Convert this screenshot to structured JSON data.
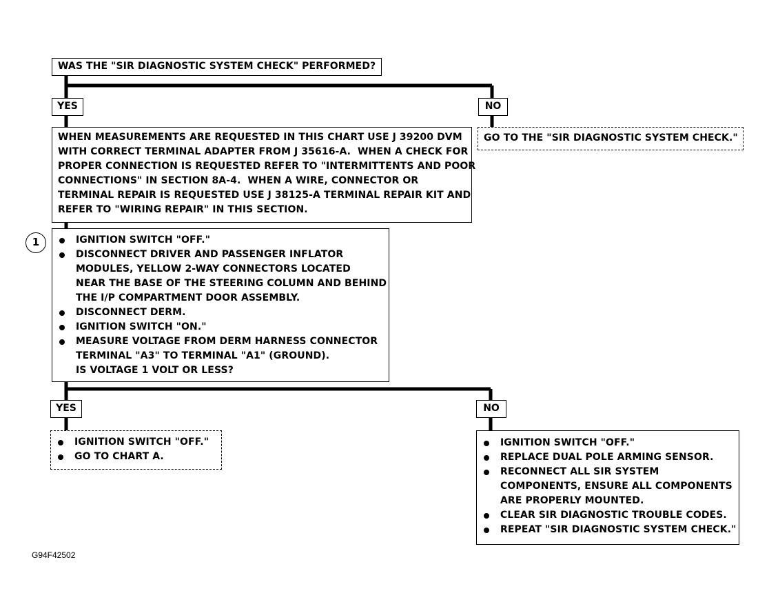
{
  "question1": "WAS THE \"SIR DIAGNOSTIC SYSTEM CHECK\" PERFORMED?",
  "yes1": "YES",
  "no1": "NO",
  "no1_action": "GO TO THE \"SIR DIAGNOSTIC SYSTEM CHECK.\"",
  "instructions": "WHEN MEASUREMENTS ARE REQUESTED IN THIS CHART USE J 39200 DVM\nWITH CORRECT TERMINAL ADAPTER FROM J 35616-A.  WHEN A CHECK FOR\nPROPER CONNECTION IS REQUESTED REFER TO \"INTERMITTENTS AND POOR\nCONNECTIONS\" IN SECTION 8A-4.  WHEN A WIRE, CONNECTOR OR\nTERMINAL REPAIR IS REQUESTED USE J 38125-A TERMINAL REPAIR KIT AND\nREFER TO \"WIRING REPAIR\" IN THIS SECTION.",
  "step1_number": "1",
  "step1_items": [
    "IGNITION SWITCH \"OFF.\"",
    "DISCONNECT DRIVER AND PASSENGER INFLATOR\nMODULES, YELLOW 2-WAY CONNECTORS LOCATED\nNEAR THE BASE OF THE STEERING COLUMN AND BEHIND\nTHE I/P COMPARTMENT DOOR ASSEMBLY.",
    "DISCONNECT DERM.",
    "IGNITION SWITCH \"ON.\"",
    "MEASURE VOLTAGE FROM DERM HARNESS CONNECTOR\nTERMINAL \"A3\" TO TERMINAL \"A1\" (GROUND).\nIS VOLTAGE 1 VOLT OR LESS?"
  ],
  "yes2": "YES",
  "no2": "NO",
  "yes2_items": [
    "IGNITION SWITCH \"OFF.\"",
    "GO TO CHART A."
  ],
  "no2_items": [
    "IGNITION SWITCH \"OFF.\"",
    "REPLACE DUAL POLE ARMING SENSOR.",
    "RECONNECT ALL SIR SYSTEM\nCOMPONENTS, ENSURE ALL COMPONENTS\nARE PROPERLY MOUNTED.",
    "CLEAR SIR DIAGNOSTIC TROUBLE CODES.",
    "REPEAT \"SIR DIAGNOSTIC SYSTEM CHECK.\""
  ],
  "figure_id": "G94F42502"
}
